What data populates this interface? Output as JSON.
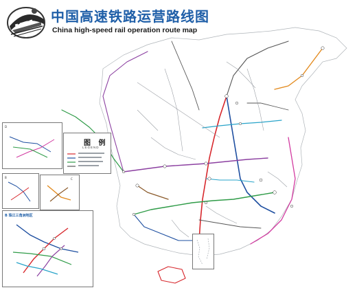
{
  "header": {
    "title_cn": "中国高速铁路运营路线图",
    "title_en": "China high-speed rail operation route map"
  },
  "legend": {
    "title_cn": "图  例",
    "title_en": "LEGEND"
  },
  "insets": {
    "inset_c": {
      "label": "C"
    },
    "inset_b": {
      "label": "B"
    },
    "inset_d": {
      "label": "D"
    },
    "pearl_river": {
      "label": "B",
      "title": "珠江三角洲地区"
    }
  },
  "colors": {
    "title_blue": "#1f5fa8",
    "line_blue": "#1e4fa0",
    "line_red": "#d7262b",
    "line_green": "#2e9b47",
    "line_purple": "#8b3fa0",
    "line_orange": "#e38a1e",
    "line_cyan": "#27a3c9",
    "line_magenta": "#d23aa0",
    "line_brown": "#8b5a2b",
    "line_grey": "#555555"
  },
  "icons": {
    "logo": "high-speed-train-logo"
  }
}
